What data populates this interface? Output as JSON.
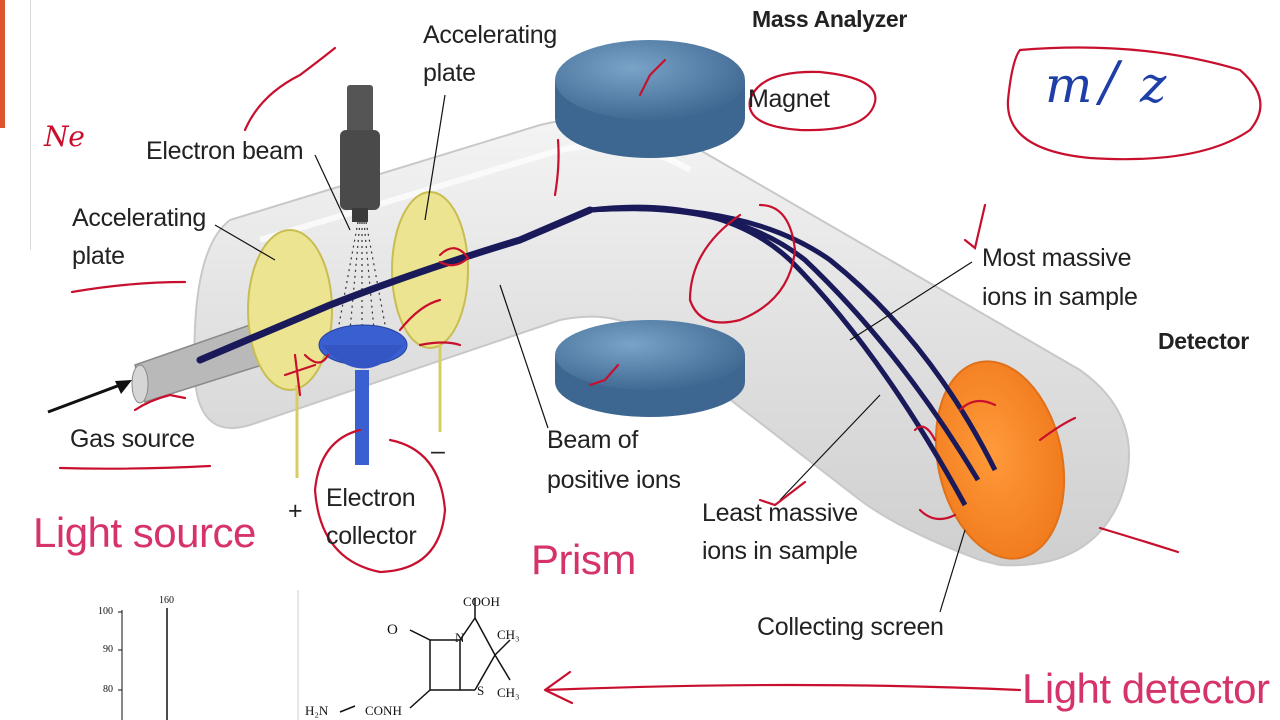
{
  "labels": {
    "mass_analyzer": "Mass Analyzer",
    "magnet": "Magnet",
    "accelerating_plate_top_line1": "Accelerating",
    "accelerating_plate_top_line2": "plate",
    "electron_beam": "Electron beam",
    "accelerating_plate_left_line1": "Accelerating",
    "accelerating_plate_left_line2": "plate",
    "gas_source": "Gas source",
    "electron_collector_line1": "Electron",
    "electron_collector_line2": "collector",
    "beam_positive_line1": "Beam of",
    "beam_positive_line2": "positive ions",
    "most_massive_line1": "Most massive",
    "most_massive_line2": "ions in sample",
    "least_massive_line1": "Least massive",
    "least_massive_line2": "ions in sample",
    "detector": "Detector",
    "collecting_screen": "Collecting screen",
    "plus_sign": "+",
    "minus_sign": "–"
  },
  "annotations": {
    "light_source": "Light source",
    "prism": "Prism",
    "light_detector": "Light detector",
    "ne": "Ne",
    "m": "m",
    "slash": "/",
    "z": "z"
  },
  "spectrum": {
    "peak_label": "160",
    "y_ticks": [
      "100",
      "90",
      "80"
    ]
  },
  "structure": {
    "cooh": "COOH",
    "ch3_top": "CH₃",
    "ch3_bottom": "CH₃",
    "o": "O",
    "n": "N",
    "s": "S",
    "h2n": "H₂N",
    "conh": "CONH"
  },
  "colors": {
    "tube": "#e4e4e4",
    "plate": "#ebe38a",
    "magnet": "#4f7aa3",
    "collector": "#3a5fd0",
    "detector_screen": "#f08a2e",
    "beam": "#1a1a5a",
    "handwriting": "#c8102e",
    "blue_ink": "#1f3fa8",
    "pink_text": "#d6336c"
  }
}
